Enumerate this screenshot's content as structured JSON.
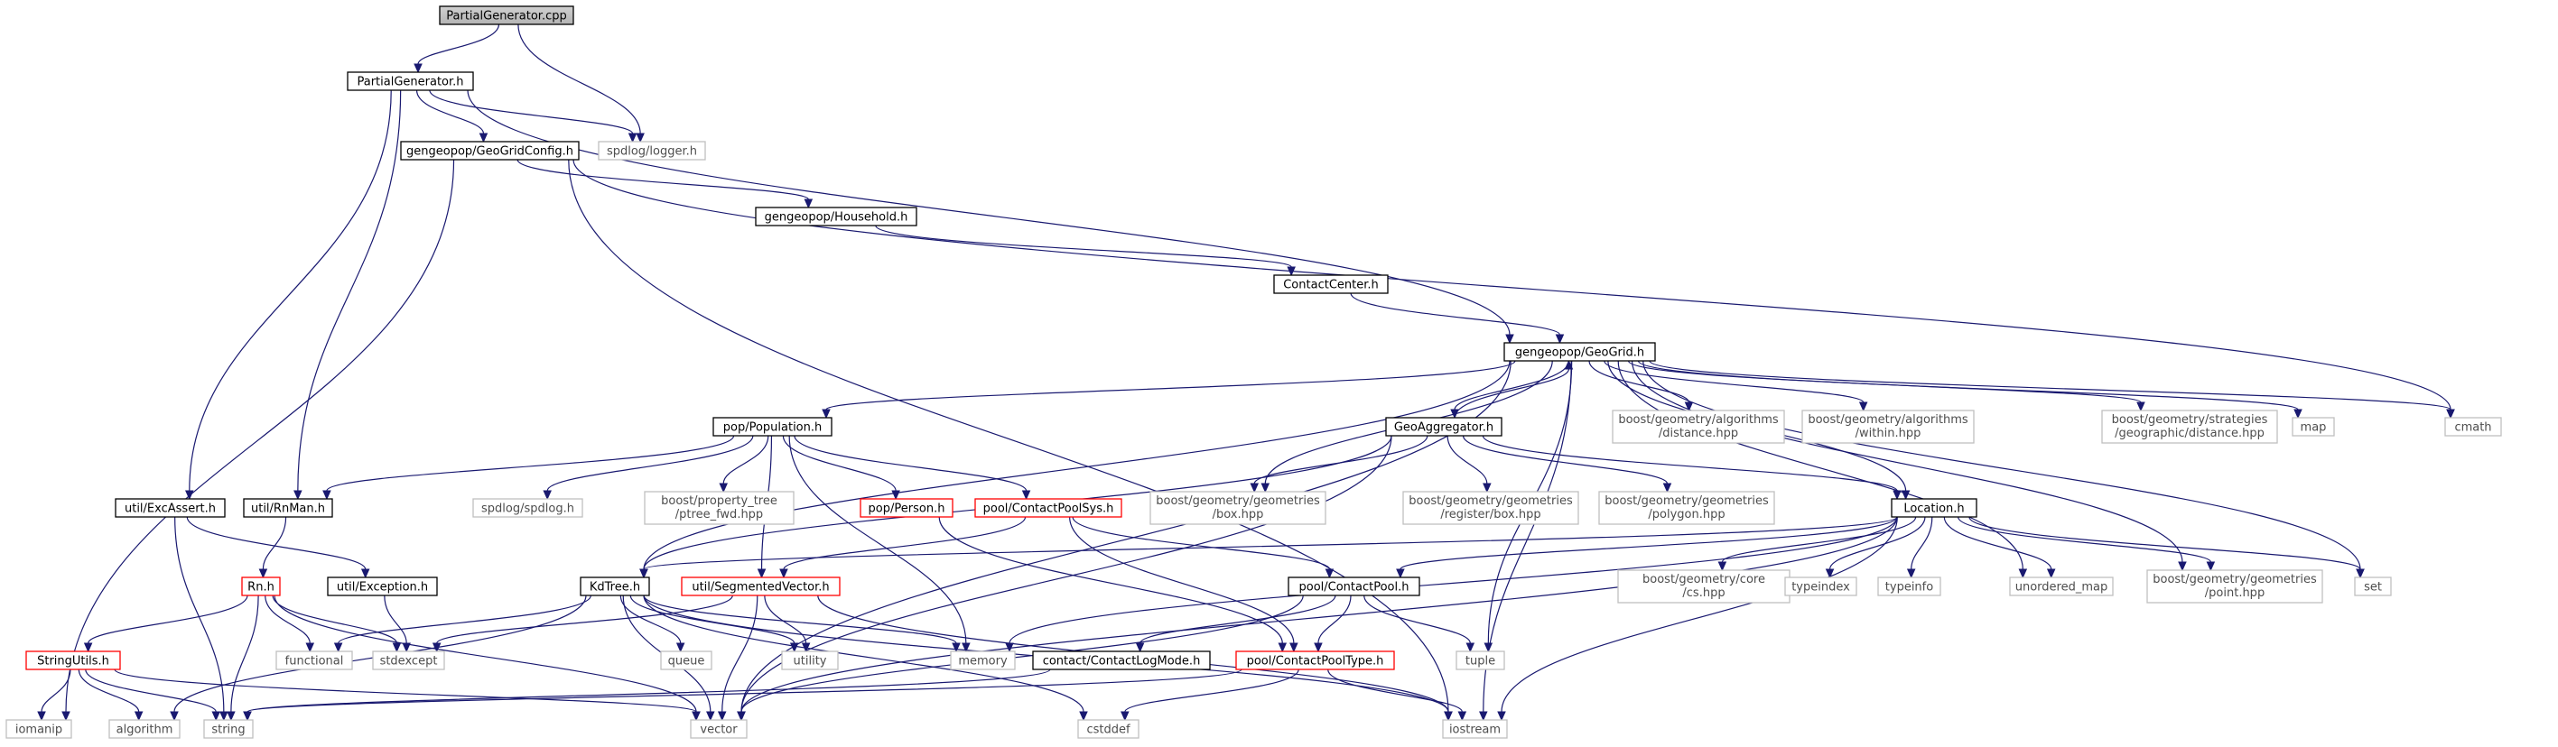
{
  "colors": {
    "edge": "#191970",
    "root_fill": "#bfbfbf",
    "node_border": "#000000",
    "missing_border": "#ff0000",
    "external_border": "#bfbfbf",
    "node_fill": "#ffffff"
  },
  "nodes": [
    {
      "id": "partialgenerator-cpp",
      "label": "PartialGenerator.cpp",
      "kind": "root"
    },
    {
      "id": "partialgenerator-h",
      "label": "PartialGenerator.h",
      "kind": "local"
    },
    {
      "id": "spdlog-logger-h",
      "label": "spdlog/logger.h",
      "kind": "external"
    },
    {
      "id": "geogridconfig-h",
      "label": "gengeopop/GeoGridConfig.h",
      "kind": "local"
    },
    {
      "id": "household-h",
      "label": "gengeopop/Household.h",
      "kind": "local"
    },
    {
      "id": "contactcenter-h",
      "label": "ContactCenter.h",
      "kind": "local"
    },
    {
      "id": "geogrid-h",
      "label": "gengeopop/GeoGrid.h",
      "kind": "local"
    },
    {
      "id": "population-h",
      "label": "pop/Population.h",
      "kind": "local"
    },
    {
      "id": "geoaggregator-h",
      "label": "GeoAggregator.h",
      "kind": "local"
    },
    {
      "id": "bg-alg-distance",
      "label": "boost/geometry/algorithms\n/distance.hpp",
      "kind": "external"
    },
    {
      "id": "bg-alg-within",
      "label": "boost/geometry/algorithms\n/within.hpp",
      "kind": "external"
    },
    {
      "id": "bg-strat-distance",
      "label": "boost/geometry/strategies\n/geographic/distance.hpp",
      "kind": "external"
    },
    {
      "id": "map",
      "label": "map",
      "kind": "external"
    },
    {
      "id": "cmath",
      "label": "cmath",
      "kind": "external"
    },
    {
      "id": "excassert-h",
      "label": "util/ExcAssert.h",
      "kind": "local"
    },
    {
      "id": "rnman-h",
      "label": "util/RnMan.h",
      "kind": "local"
    },
    {
      "id": "spdlog-h",
      "label": "spdlog/spdlog.h",
      "kind": "external"
    },
    {
      "id": "ptree-fwd",
      "label": "boost/property_tree\n/ptree_fwd.hpp",
      "kind": "external"
    },
    {
      "id": "person-h",
      "label": "pop/Person.h",
      "kind": "missing"
    },
    {
      "id": "contactpoolsys-h",
      "label": "pool/ContactPoolSys.h",
      "kind": "missing"
    },
    {
      "id": "bg-geom-box",
      "label": "boost/geometry/geometries\n/box.hpp",
      "kind": "external"
    },
    {
      "id": "bg-reg-box",
      "label": "boost/geometry/geometries\n/register/box.hpp",
      "kind": "external"
    },
    {
      "id": "bg-polygon",
      "label": "boost/geometry/geometries\n/polygon.hpp",
      "kind": "external"
    },
    {
      "id": "location-h",
      "label": "Location.h",
      "kind": "local"
    },
    {
      "id": "exception-h",
      "label": "util/Exception.h",
      "kind": "local"
    },
    {
      "id": "rn-h",
      "label": "Rn.h",
      "kind": "missing"
    },
    {
      "id": "kdtree-h",
      "label": "KdTree.h",
      "kind": "local"
    },
    {
      "id": "segmentedvector-h",
      "label": "util/SegmentedVector.h",
      "kind": "missing"
    },
    {
      "id": "contactpool-h",
      "label": "pool/ContactPool.h",
      "kind": "local"
    },
    {
      "id": "bg-core-cs",
      "label": "boost/geometry/core\n/cs.hpp",
      "kind": "external"
    },
    {
      "id": "typeindex",
      "label": "typeindex",
      "kind": "external"
    },
    {
      "id": "typeinfo",
      "label": "typeinfo",
      "kind": "external"
    },
    {
      "id": "unordered-map",
      "label": "unordered_map",
      "kind": "external"
    },
    {
      "id": "bg-point",
      "label": "boost/geometry/geometries\n/point.hpp",
      "kind": "external"
    },
    {
      "id": "set",
      "label": "set",
      "kind": "external"
    },
    {
      "id": "stringutils-h",
      "label": "StringUtils.h",
      "kind": "missing"
    },
    {
      "id": "functional",
      "label": "functional",
      "kind": "external"
    },
    {
      "id": "stdexcept",
      "label": "stdexcept",
      "kind": "external"
    },
    {
      "id": "queue",
      "label": "queue",
      "kind": "external"
    },
    {
      "id": "utility",
      "label": "utility",
      "kind": "external"
    },
    {
      "id": "memory",
      "label": "memory",
      "kind": "external"
    },
    {
      "id": "contactlogmode-h",
      "label": "contact/ContactLogMode.h",
      "kind": "local"
    },
    {
      "id": "contactpooltype-h",
      "label": "pool/ContactPoolType.h",
      "kind": "missing"
    },
    {
      "id": "tuple",
      "label": "tuple",
      "kind": "external"
    },
    {
      "id": "iomanip",
      "label": "iomanip",
      "kind": "external"
    },
    {
      "id": "algorithm",
      "label": "algorithm",
      "kind": "external"
    },
    {
      "id": "string",
      "label": "string",
      "kind": "external"
    },
    {
      "id": "vector",
      "label": "vector",
      "kind": "external"
    },
    {
      "id": "cstddef",
      "label": "cstddef",
      "kind": "external"
    },
    {
      "id": "iostream",
      "label": "iostream",
      "kind": "external"
    }
  ],
  "edges": [
    [
      "partialgenerator-cpp",
      "partialgenerator-h"
    ],
    [
      "partialgenerator-cpp",
      "spdlog-logger-h"
    ],
    [
      "partialgenerator-h",
      "spdlog-logger-h"
    ],
    [
      "partialgenerator-h",
      "geogridconfig-h"
    ],
    [
      "partialgenerator-h",
      "geogrid-h"
    ],
    [
      "partialgenerator-h",
      "excassert-h"
    ],
    [
      "partialgenerator-h",
      "rnman-h"
    ],
    [
      "geogridconfig-h",
      "household-h"
    ],
    [
      "geogridconfig-h",
      "cmath"
    ],
    [
      "geogridconfig-h",
      "iostream"
    ],
    [
      "geogridconfig-h",
      "iomanip"
    ],
    [
      "household-h",
      "contactcenter-h"
    ],
    [
      "contactcenter-h",
      "geogrid-h"
    ],
    [
      "geogrid-h",
      "population-h"
    ],
    [
      "geogrid-h",
      "geoaggregator-h"
    ],
    [
      "geogrid-h",
      "location-h"
    ],
    [
      "geogrid-h",
      "kdtree-h"
    ],
    [
      "geogrid-h",
      "bg-alg-distance"
    ],
    [
      "geogrid-h",
      "bg-alg-within"
    ],
    [
      "geogrid-h",
      "bg-strat-distance"
    ],
    [
      "geogrid-h",
      "map"
    ],
    [
      "geogrid-h",
      "cmath"
    ],
    [
      "geogrid-h",
      "set"
    ],
    [
      "geogrid-h",
      "unordered-map"
    ],
    [
      "geogrid-h",
      "bg-point"
    ],
    [
      "geogrid-h",
      "bg-geom-box"
    ],
    [
      "geogrid-h",
      "tuple"
    ],
    [
      "geogrid-h",
      "vector"
    ],
    [
      "geogrid-h",
      "iostream"
    ],
    [
      "geoaggregator-h",
      "geogrid-h"
    ],
    [
      "geoaggregator-h",
      "bg-geom-box"
    ],
    [
      "geoaggregator-h",
      "bg-reg-box"
    ],
    [
      "geoaggregator-h",
      "bg-polygon"
    ],
    [
      "geoaggregator-h",
      "kdtree-h"
    ],
    [
      "geoaggregator-h",
      "location-h"
    ],
    [
      "geoaggregator-h",
      "vector"
    ],
    [
      "population-h",
      "rnman-h"
    ],
    [
      "population-h",
      "spdlog-h"
    ],
    [
      "population-h",
      "ptree-fwd"
    ],
    [
      "population-h",
      "person-h"
    ],
    [
      "population-h",
      "contactpoolsys-h"
    ],
    [
      "population-h",
      "segmentedvector-h"
    ],
    [
      "population-h",
      "memory"
    ],
    [
      "person-h",
      "contactpooltype-h"
    ],
    [
      "contactpoolsys-h",
      "contactpool-h"
    ],
    [
      "contactpoolsys-h",
      "segmentedvector-h"
    ],
    [
      "contactpoolsys-h",
      "contactpooltype-h"
    ],
    [
      "location-h",
      "contactpool-h"
    ],
    [
      "location-h",
      "bg-core-cs"
    ],
    [
      "location-h",
      "typeindex"
    ],
    [
      "location-h",
      "typeinfo"
    ],
    [
      "location-h",
      "unordered-map"
    ],
    [
      "location-h",
      "bg-point"
    ],
    [
      "location-h",
      "set"
    ],
    [
      "location-h",
      "memory"
    ],
    [
      "location-h",
      "vector"
    ],
    [
      "location-h",
      "iostream"
    ],
    [
      "location-h",
      "kdtree-h"
    ],
    [
      "contactpool-h",
      "contactlogmode-h"
    ],
    [
      "contactpool-h",
      "contactpooltype-h"
    ],
    [
      "contactpool-h",
      "tuple"
    ],
    [
      "contactpool-h",
      "vector"
    ],
    [
      "contactlogmode-h",
      "string"
    ],
    [
      "contactpooltype-h",
      "string"
    ],
    [
      "contactpooltype-h",
      "cstddef"
    ],
    [
      "contactpooltype-h",
      "iostream"
    ],
    [
      "excassert-h",
      "exception-h"
    ],
    [
      "excassert-h",
      "string"
    ],
    [
      "exception-h",
      "stdexcept"
    ],
    [
      "rnman-h",
      "rn-h"
    ],
    [
      "rn-h",
      "stringutils-h"
    ],
    [
      "rn-h",
      "functional"
    ],
    [
      "rn-h",
      "stdexcept"
    ],
    [
      "rn-h",
      "string"
    ],
    [
      "rn-h",
      "vector"
    ],
    [
      "stringutils-h",
      "iomanip"
    ],
    [
      "stringutils-h",
      "algorithm"
    ],
    [
      "stringutils-h",
      "string"
    ],
    [
      "stringutils-h",
      "vector"
    ],
    [
      "kdtree-h",
      "functional"
    ],
    [
      "kdtree-h",
      "queue"
    ],
    [
      "kdtree-h",
      "utility"
    ],
    [
      "kdtree-h",
      "memory"
    ],
    [
      "kdtree-h",
      "algorithm"
    ],
    [
      "kdtree-h",
      "vector"
    ],
    [
      "kdtree-h",
      "cstddef"
    ],
    [
      "kdtree-h",
      "iostream"
    ],
    [
      "segmentedvector-h",
      "stdexcept"
    ],
    [
      "segmentedvector-h",
      "utility"
    ],
    [
      "segmentedvector-h",
      "vector"
    ],
    [
      "segmentedvector-h",
      "iostream"
    ]
  ]
}
